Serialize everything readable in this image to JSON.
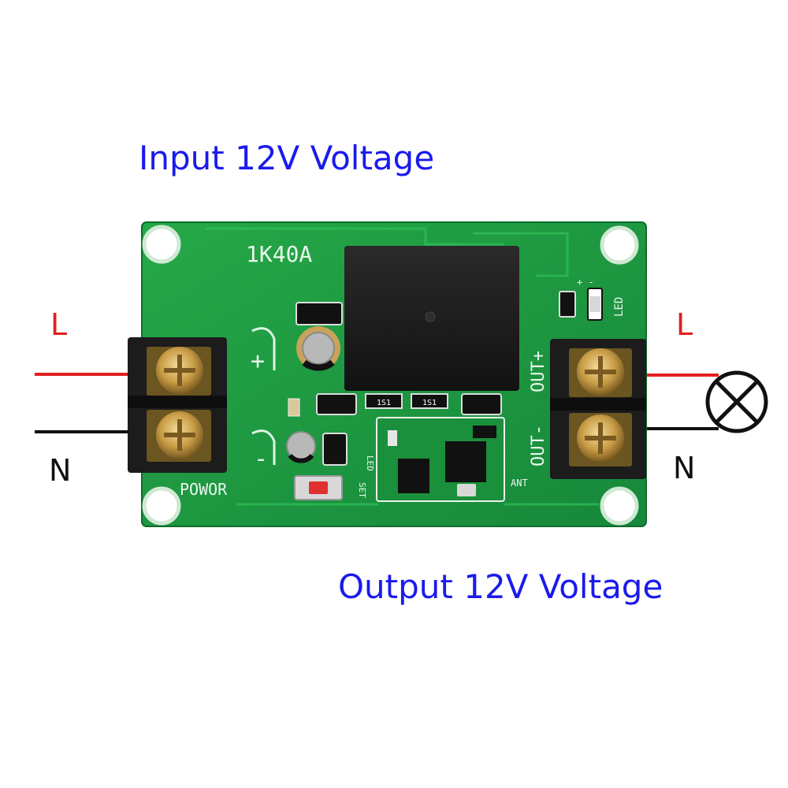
{
  "captions": {
    "top": "Input 12V Voltage",
    "bottom": "Output 12V Voltage"
  },
  "wiring": {
    "left_line": "L",
    "left_neutral": "N",
    "right_line": "L",
    "right_neutral": "N",
    "line_color": "#e02020",
    "neutral_color": "#111111"
  },
  "board": {
    "model": "1K40A",
    "power_label": "POWOR",
    "input_plus": "+",
    "input_minus": "-",
    "output_plus": "OUT+",
    "output_minus": "OUT-",
    "led_label": "LED",
    "led_polarity": "+ -",
    "module_led": "LED",
    "module_set": "SET",
    "antenna_label": "ANT",
    "resistor_code_1": "1S1",
    "resistor_code_2": "1S1",
    "pcb_color": "#1f9a3d",
    "load_icon": "lamp-icon"
  }
}
